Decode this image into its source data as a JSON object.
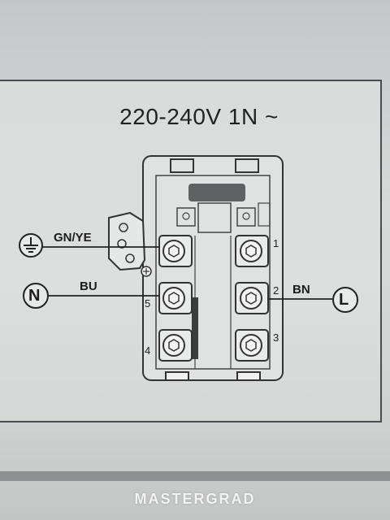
{
  "title": "220-240V 1N ~",
  "labels": {
    "earth_wire": "GN/YE",
    "neutral_wire": "BU",
    "live_wire": "BN",
    "neutral_symbol": "N",
    "live_symbol": "L"
  },
  "terminal_numbers": [
    "1",
    "2",
    "3",
    "4",
    "5"
  ],
  "watermark": "MASTERGRAD"
}
